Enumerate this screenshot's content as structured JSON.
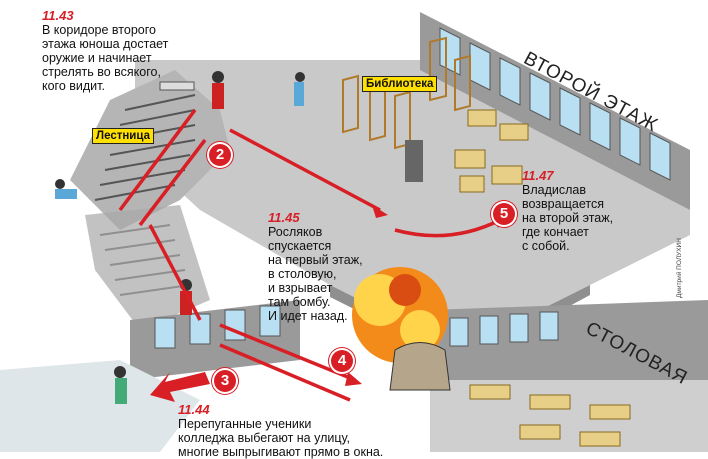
{
  "steps": [
    {
      "num": "11.43",
      "text": "В коридоре второго\nэтажа юноша достает\nоружие и начинает\nстрелять во всякого,\nкого видит."
    },
    {
      "num": "11.44",
      "text": "Перепуганные ученики\nколледжа выбегают на улицу,\nмногие выпрыгивают прямо в окна."
    },
    {
      "num": "11.45",
      "text": "Росляков\nспускается\nна первый этаж,\nв столовую,\nи взрывает\nтам бомбу.\nИ идет назад."
    },
    {
      "num": "11.47",
      "text": "Владислав\nвозвращается\nна второй этаж,\nгде кончает\nс собой."
    }
  ],
  "labels": {
    "stairs": "Лестница",
    "library": "Библиотека",
    "second_floor": "ВТОРОЙ ЭТАЖ",
    "canteen": "СТОЛОВАЯ",
    "credit": "Дмитрий ПОЛУХИН"
  },
  "markers": [
    "2",
    "3",
    "4",
    "5"
  ],
  "colors": {
    "accent": "#d81f26",
    "tag": "#ffe000",
    "floor": "#c9c9c9",
    "wall": "#9a9a9a",
    "window": "#b9dff2"
  }
}
